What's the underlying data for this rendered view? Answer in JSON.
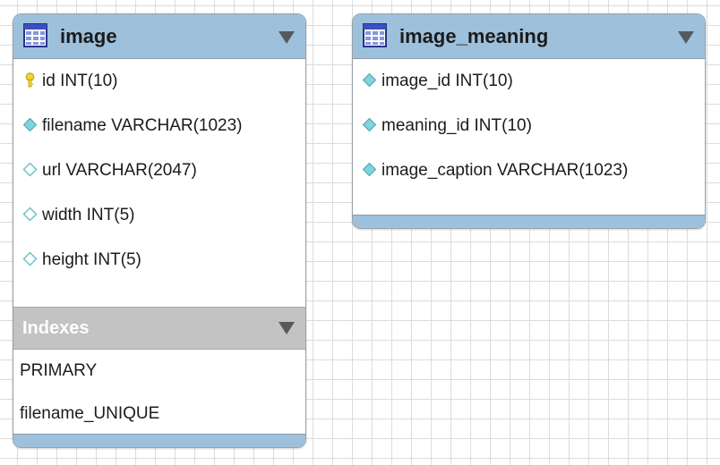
{
  "tables": [
    {
      "name": "image",
      "columns": [
        {
          "text": "id INT(10)",
          "icon": "primary-key-icon"
        },
        {
          "text": "filename VARCHAR(1023)",
          "icon": "filled-diamond-icon"
        },
        {
          "text": "url VARCHAR(2047)",
          "icon": "hollow-diamond-icon"
        },
        {
          "text": "width INT(5)",
          "icon": "hollow-diamond-icon"
        },
        {
          "text": "height INT(5)",
          "icon": "hollow-diamond-icon"
        }
      ],
      "indexes_label": "Indexes",
      "indexes": [
        "PRIMARY",
        "filename_UNIQUE"
      ]
    },
    {
      "name": "image_meaning",
      "columns": [
        {
          "text": "image_id INT(10)",
          "icon": "filled-diamond-icon"
        },
        {
          "text": "meaning_id INT(10)",
          "icon": "filled-diamond-icon"
        },
        {
          "text": "image_caption VARCHAR(1023)",
          "icon": "filled-diamond-icon"
        }
      ]
    }
  ],
  "colors": {
    "header": "#9dc1dd",
    "indexes_header": "#c3c3c3",
    "diamond": "#7fd3dc",
    "key": "#f2d22e"
  }
}
